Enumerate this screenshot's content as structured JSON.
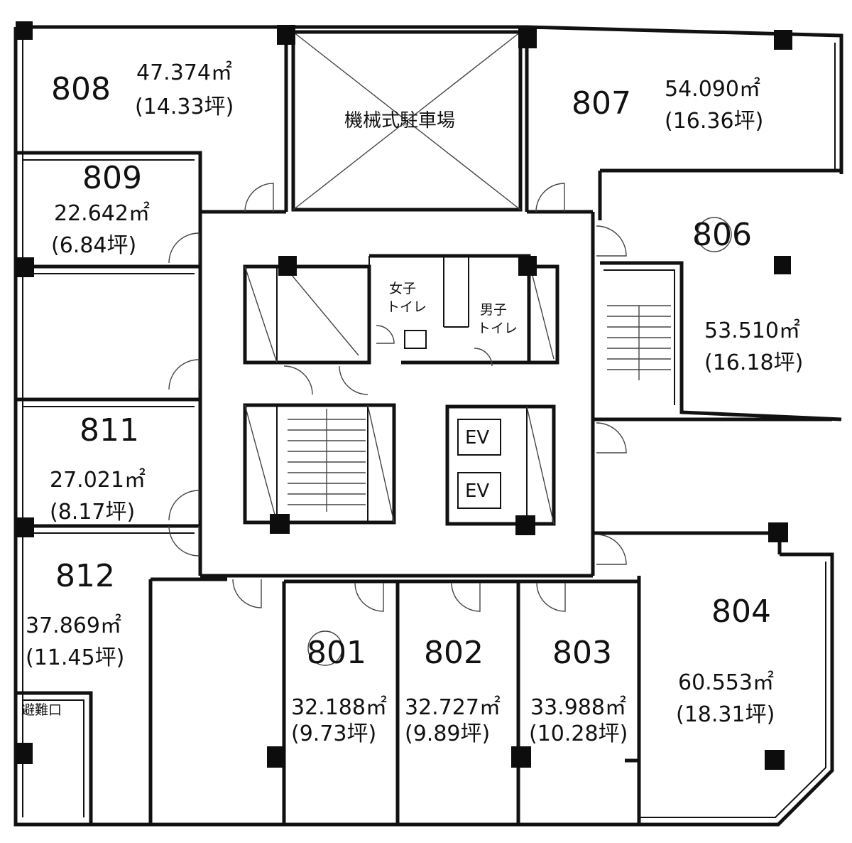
{
  "rooms": [
    {
      "number": "808",
      "area": "47.374㎡",
      "tsubo": "(14.33坪)"
    },
    {
      "number": "807",
      "area": "54.090㎡",
      "tsubo": "(16.36坪)"
    },
    {
      "number": "809",
      "area": "22.642㎡",
      "tsubo": "(6.84坪)"
    },
    {
      "number": "806",
      "area": "53.510㎡",
      "tsubo": "(16.18坪)"
    },
    {
      "number": "811",
      "area": "27.021㎡",
      "tsubo": "(8.17坪)"
    },
    {
      "number": "812",
      "area": "37.869㎡",
      "tsubo": "(11.45坪)"
    },
    {
      "number": "801",
      "area": "32.188㎡",
      "tsubo": "(9.73坪)"
    },
    {
      "number": "802",
      "area": "32.727㎡",
      "tsubo": "(9.89坪)"
    },
    {
      "number": "803",
      "area": "33.988㎡",
      "tsubo": "(10.28坪)"
    },
    {
      "number": "804",
      "area": "60.553㎡",
      "tsubo": "(18.31坪)"
    }
  ],
  "labels": {
    "parking": "機械式駐車場",
    "womens_toilet_1": "女子",
    "womens_toilet_2": "トイレ",
    "mens_toilet_1": "男子",
    "mens_toilet_2": "トイレ",
    "elevator_1": "EV",
    "elevator_2": "EV",
    "emergency_exit": "避難口"
  }
}
